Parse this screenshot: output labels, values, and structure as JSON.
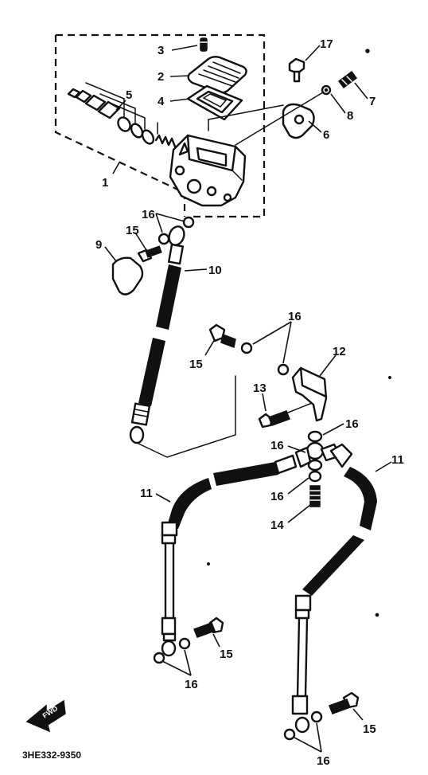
{
  "diagram": {
    "drawing_code": "3HE332-9350",
    "direction_text": "FWD",
    "callouts": [
      "1",
      "2",
      "3",
      "4",
      "5",
      "6",
      "7",
      "8",
      "9",
      "10",
      "11",
      "12",
      "13",
      "14",
      "15",
      "16",
      "17"
    ]
  }
}
